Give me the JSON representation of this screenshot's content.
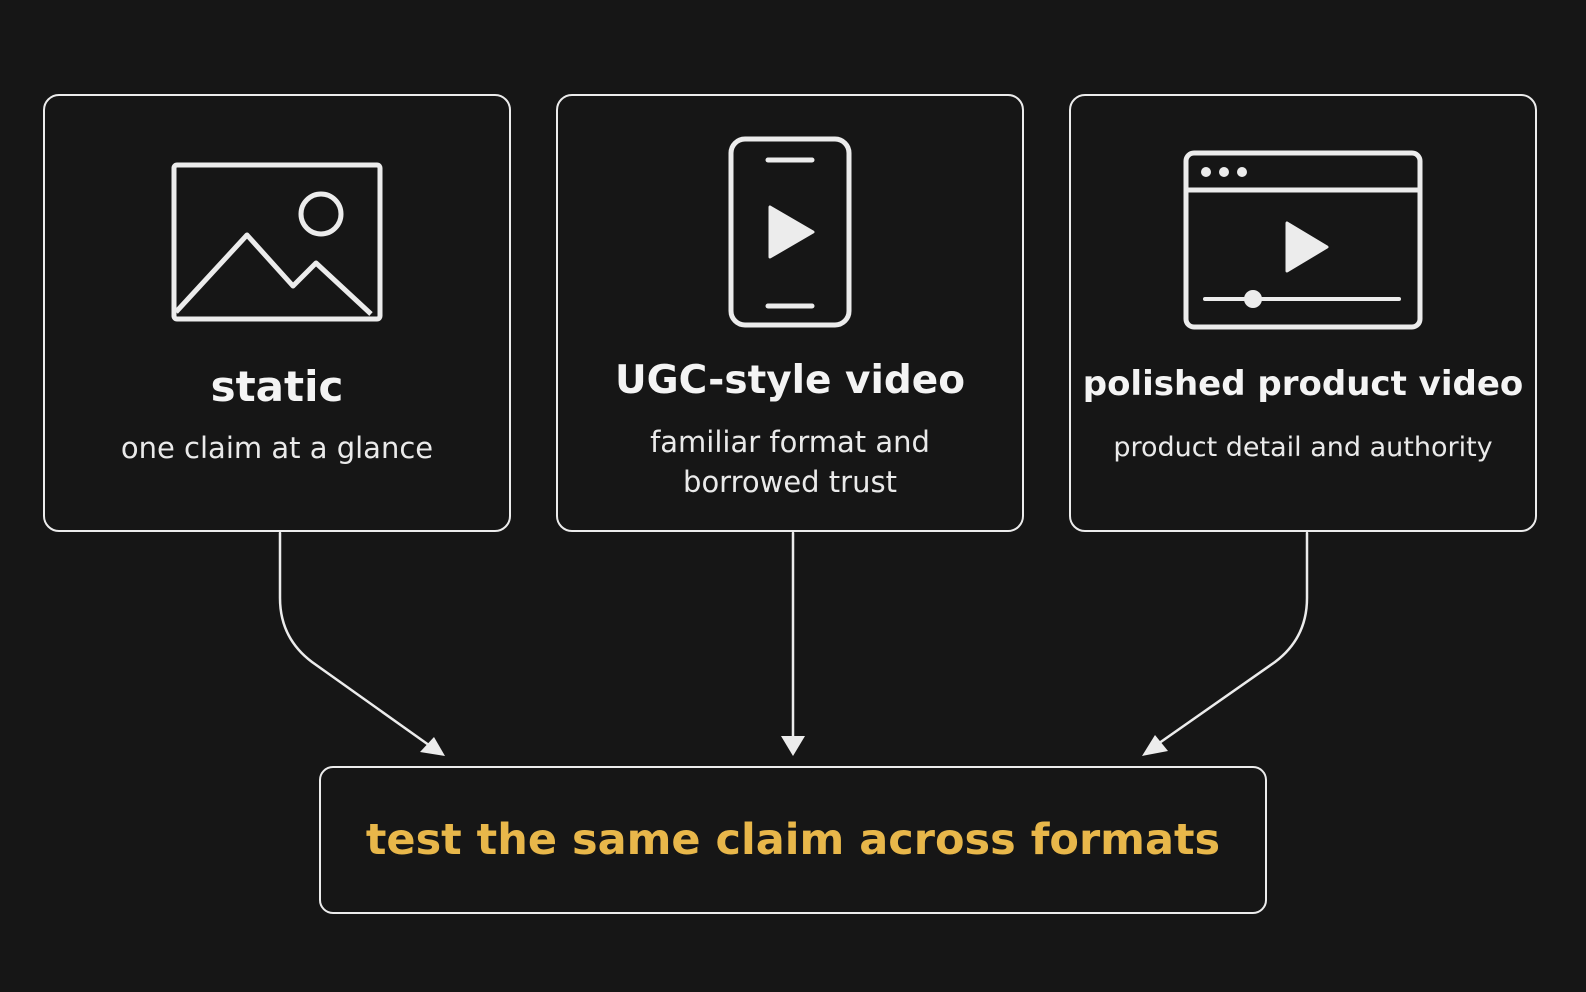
{
  "cards": [
    {
      "icon": "image-icon",
      "title": "static",
      "description": "one claim at a glance"
    },
    {
      "icon": "phone-video-icon",
      "title": "UGC-style video",
      "description": "familiar format and borrowed trust"
    },
    {
      "icon": "browser-video-player-icon",
      "title": "polished product video",
      "description": "product detail and authority"
    }
  ],
  "result": {
    "text": "test the same claim across formats"
  },
  "colors": {
    "background": "#161616",
    "foreground": "#ececec",
    "accent": "#e8b74a"
  }
}
